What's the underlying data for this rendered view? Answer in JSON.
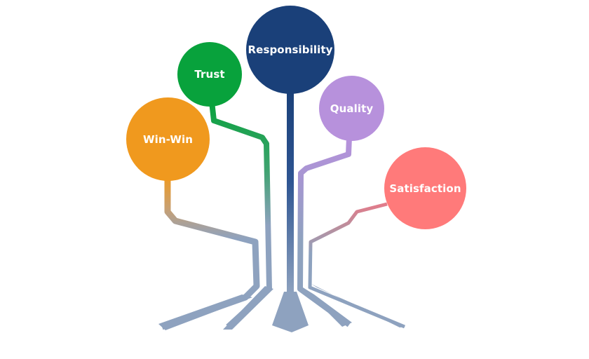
{
  "nodes": {
    "responsibility": {
      "label": "Responsibility",
      "color": "#1a4079"
    },
    "trust": {
      "label": "Trust",
      "color": "#08a23c"
    },
    "winwin": {
      "label": "Win-Win",
      "color": "#f0991e"
    },
    "quality": {
      "label": "Quality",
      "color": "#b791dc"
    },
    "satisfaction": {
      "label": "Satisfaction",
      "color": "#ff7a7a"
    }
  },
  "colors": {
    "trunk": "#8ea2bf"
  }
}
